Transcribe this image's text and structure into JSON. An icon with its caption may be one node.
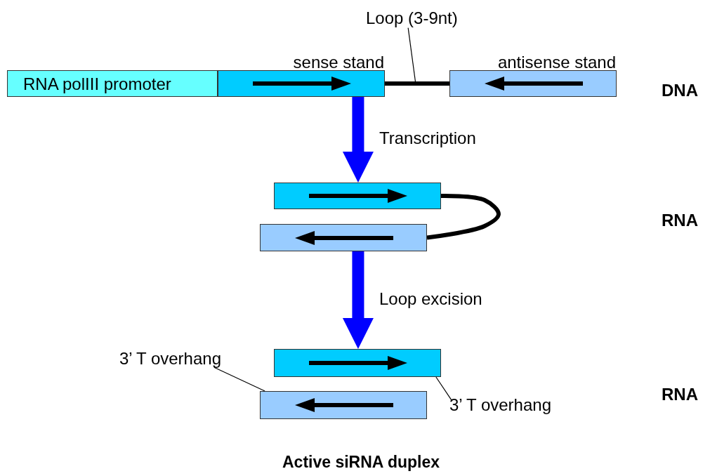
{
  "diagram": {
    "caption": "Active siRNA duplex",
    "nodes": [
      {
        "text": [
          "RNA polIII promoter"
        ]
      },
      {
        "text": [
          "sense stand"
        ]
      },
      {
        "text": [
          "Loop (3-9nt)"
        ]
      },
      {
        "text": [
          "antisense stand"
        ]
      },
      {
        "text": [],
        "shape": "box"
      },
      {
        "text": [],
        "shape": "box"
      },
      {
        "text": [],
        "shape": "box"
      },
      {
        "text": [],
        "shape": "box"
      },
      {
        "text": [
          "3’ T overhang"
        ]
      },
      {
        "text": [
          "3’ T overhang"
        ]
      }
    ],
    "edges": [
      {
        "from": 1,
        "to": 3,
        "arrow": "none",
        "style": "thick"
      },
      {
        "from": 2,
        "to": null,
        "arrow": "none"
      },
      {
        "from": 1,
        "to": 4,
        "arrow": "to",
        "label": "Transcription",
        "style": "thick",
        "color": "#0000ff"
      },
      {
        "from": 4,
        "to": 5,
        "arrow": "none",
        "style": "thick"
      },
      {
        "from": 5,
        "to": 6,
        "arrow": "to",
        "label": "Loop excision",
        "style": "thick",
        "color": "#0000ff"
      },
      {
        "from": 8,
        "to": 7,
        "arrow": "none"
      },
      {
        "from": 9,
        "to": 6,
        "arrow": "none"
      }
    ],
    "labels": [
      "DNA",
      "RNA",
      "RNA"
    ]
  }
}
